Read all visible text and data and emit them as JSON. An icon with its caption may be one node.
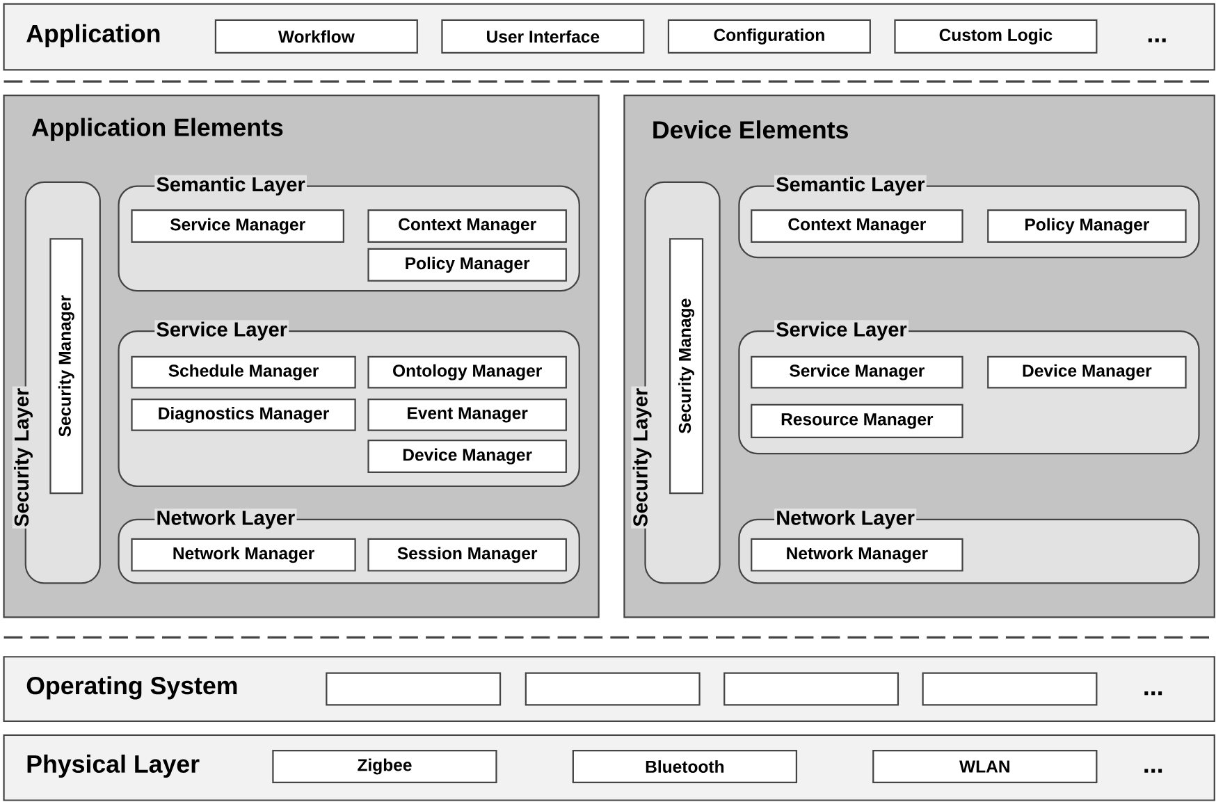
{
  "diagram": {
    "nodes": [
      {
        "text": [
          "Application"
        ]
      },
      {
        "text": [
          "Workflow"
        ],
        "in": 0
      },
      {
        "text": [
          "User Interface"
        ],
        "in": 0
      },
      {
        "text": [
          "Configuration"
        ],
        "in": 0
      },
      {
        "text": [
          "Custom Logic"
        ],
        "in": 0
      },
      {
        "text": [
          "Application Elements"
        ]
      },
      {
        "text": [
          "Security Layer"
        ],
        "in": 5
      },
      {
        "text": [
          "Security Manager"
        ],
        "in": 6
      },
      {
        "text": [
          "Semantic Layer"
        ],
        "in": 5
      },
      {
        "text": [
          "Service Manager"
        ],
        "in": 8
      },
      {
        "text": [
          "Context Manager"
        ],
        "in": 8
      },
      {
        "text": [
          "Policy Manager"
        ],
        "in": 8
      },
      {
        "text": [
          "Service Layer"
        ],
        "in": 5
      },
      {
        "text": [
          "Schedule Manager"
        ],
        "in": 12
      },
      {
        "text": [
          "Ontology Manager"
        ],
        "in": 12
      },
      {
        "text": [
          "Diagnostics Manager"
        ],
        "in": 12
      },
      {
        "text": [
          "Event Manager"
        ],
        "in": 12
      },
      {
        "text": [
          "Device Manager"
        ],
        "in": 12
      },
      {
        "text": [
          "Network Layer"
        ],
        "in": 5
      },
      {
        "text": [
          "Network Manager"
        ],
        "in": 18
      },
      {
        "text": [
          "Session Manager"
        ],
        "in": 18
      },
      {
        "text": [
          "Device Elements"
        ]
      },
      {
        "text": [
          "Security Layer"
        ],
        "in": 21
      },
      {
        "text": [
          "Security Manage"
        ],
        "in": 22
      },
      {
        "text": [
          "Semantic Layer"
        ],
        "in": 21
      },
      {
        "text": [
          "Context Manager"
        ],
        "in": 24
      },
      {
        "text": [
          "Policy Manager"
        ],
        "in": 24
      },
      {
        "text": [
          "Service Layer"
        ],
        "in": 21
      },
      {
        "text": [
          "Service Manager"
        ],
        "in": 27
      },
      {
        "text": [
          "Device Manager"
        ],
        "in": 27
      },
      {
        "text": [
          "Resource Manager"
        ],
        "in": 27
      },
      {
        "text": [
          "Network Layer"
        ],
        "in": 21
      },
      {
        "text": [
          "Network Manager"
        ],
        "in": 31
      },
      {
        "text": [
          "Operating System"
        ]
      },
      {
        "text": [],
        "shape": "box",
        "in": 33
      },
      {
        "text": [],
        "shape": "box",
        "in": 33
      },
      {
        "text": [],
        "shape": "box",
        "in": 33
      },
      {
        "text": [],
        "shape": "box",
        "in": 33
      },
      {
        "text": [
          "Physical Layer"
        ]
      },
      {
        "text": [
          "Zigbee"
        ],
        "in": 38
      },
      {
        "text": [
          "Bluetooth"
        ],
        "in": 38
      },
      {
        "text": [
          "WLAN"
        ],
        "in": 38
      }
    ],
    "labels": [
      "...",
      "...",
      "..."
    ]
  }
}
